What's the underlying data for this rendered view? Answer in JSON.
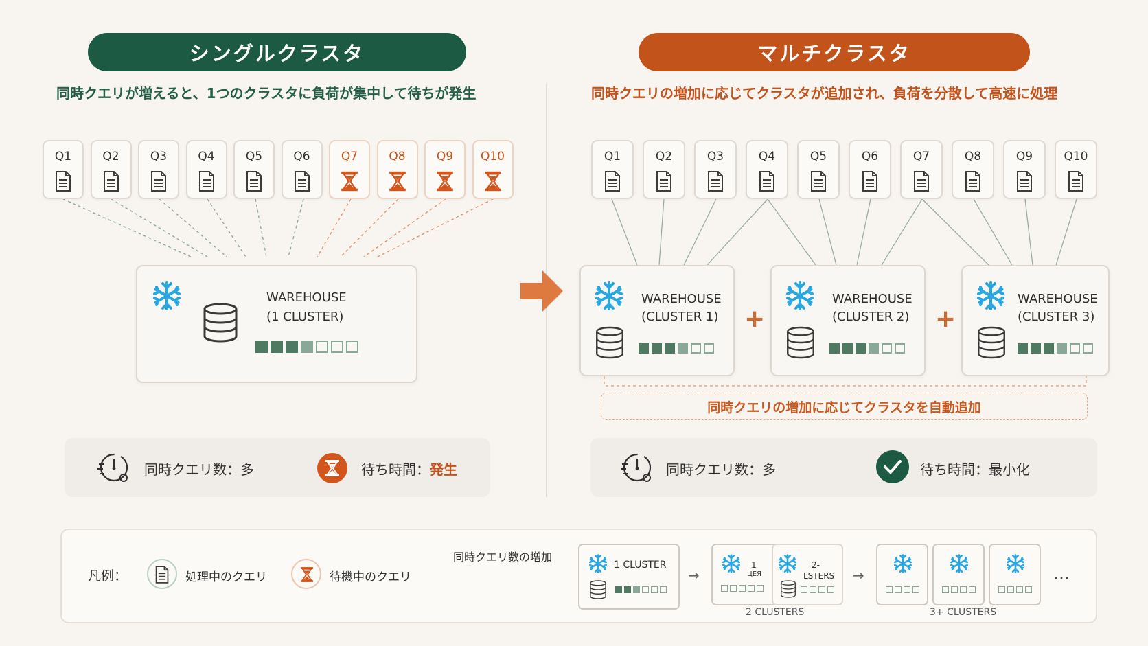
{
  "left": {
    "title": "シングルクラスタ",
    "subtitle": "同時クエリが増えると、1つのクラスタに負荷が集中して待ちが発生",
    "queries": [
      {
        "label": "Q1",
        "state": "processing"
      },
      {
        "label": "Q2",
        "state": "processing"
      },
      {
        "label": "Q3",
        "state": "processing"
      },
      {
        "label": "Q4",
        "state": "processing"
      },
      {
        "label": "Q5",
        "state": "processing"
      },
      {
        "label": "Q6",
        "state": "processing"
      },
      {
        "label": "Q7",
        "state": "waiting"
      },
      {
        "label": "Q8",
        "state": "waiting"
      },
      {
        "label": "Q9",
        "state": "waiting"
      },
      {
        "label": "Q10",
        "state": "waiting"
      }
    ],
    "warehouse": {
      "line1": "WAREHOUSE",
      "line2": "(1 CLUSTER)"
    },
    "stat_queries": "同時クエリ数：多",
    "stat_wait_label": "待ち時間：",
    "stat_wait_value": "発生"
  },
  "right": {
    "title": "マルチクラスタ",
    "subtitle": "同時クエリの増加に応じてクラスタが追加され、負荷を分散して高速に処理",
    "queries": [
      {
        "label": "Q1",
        "state": "processing"
      },
      {
        "label": "Q2",
        "state": "processing"
      },
      {
        "label": "Q3",
        "state": "processing"
      },
      {
        "label": "Q4",
        "state": "processing"
      },
      {
        "label": "Q5",
        "state": "processing"
      },
      {
        "label": "Q6",
        "state": "processing"
      },
      {
        "label": "Q7",
        "state": "processing"
      },
      {
        "label": "Q8",
        "state": "processing"
      },
      {
        "label": "Q9",
        "state": "processing"
      },
      {
        "label": "Q10",
        "state": "processing"
      }
    ],
    "warehouses": [
      {
        "line1": "WAREHOUSE",
        "line2": "(CLUSTER 1)"
      },
      {
        "line1": "WAREHOUSE",
        "line2": "(CLUSTER 2)"
      },
      {
        "line1": "WAREHOUSE",
        "line2": "(CLUSTER 3)"
      }
    ],
    "plus": "+",
    "auto_add": "同時クエリの増加に応じてクラスタを自動追加",
    "stat_queries": "同時クエリ数：多",
    "stat_wait": "待ち時間：最小化"
  },
  "legend": {
    "label": "凡例：",
    "processing": "処理中のクエリ",
    "waiting": "待機中のクエリ",
    "increase": "同時クエリ数の増加",
    "one_cluster": "1 CLUSTER",
    "two_a": "1",
    "two_a2": "ЦЕЯ",
    "two_b": "2-",
    "two_b2": "LSTERS",
    "caption2": "2 CLUSTERS",
    "caption3": "3+ CLUSTERS",
    "arrow": "→",
    "ellipsis": "…"
  },
  "colors": {
    "green": "#1d5a44",
    "orange": "#c1531b",
    "snow": "#29a7e0",
    "bar": "#4f7a62"
  },
  "load": {
    "single": 0.55,
    "cluster": 0.55
  }
}
